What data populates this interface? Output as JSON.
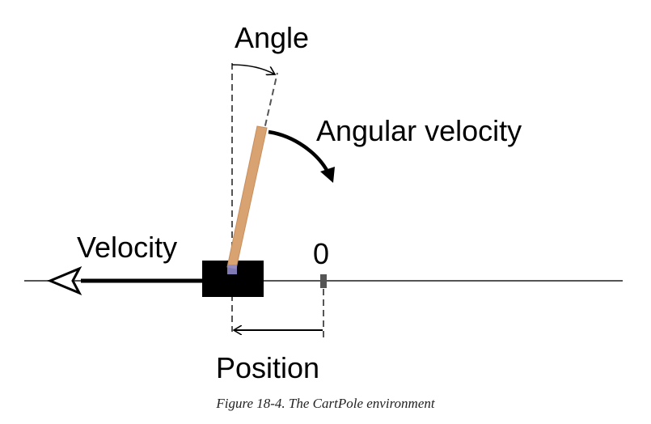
{
  "labels": {
    "angle": "Angle",
    "angular_velocity": "Angular velocity",
    "velocity": "Velocity",
    "origin": "0",
    "position": "Position"
  },
  "caption": "Figure 18-4. The CartPole environment",
  "colors": {
    "pole": "#d9a271",
    "pole_edge": "#c88f5c",
    "pivot": "#8d87c6",
    "cart": "#000000",
    "track": "#555555",
    "dashed": "#555555",
    "arrow": "#000000"
  }
}
